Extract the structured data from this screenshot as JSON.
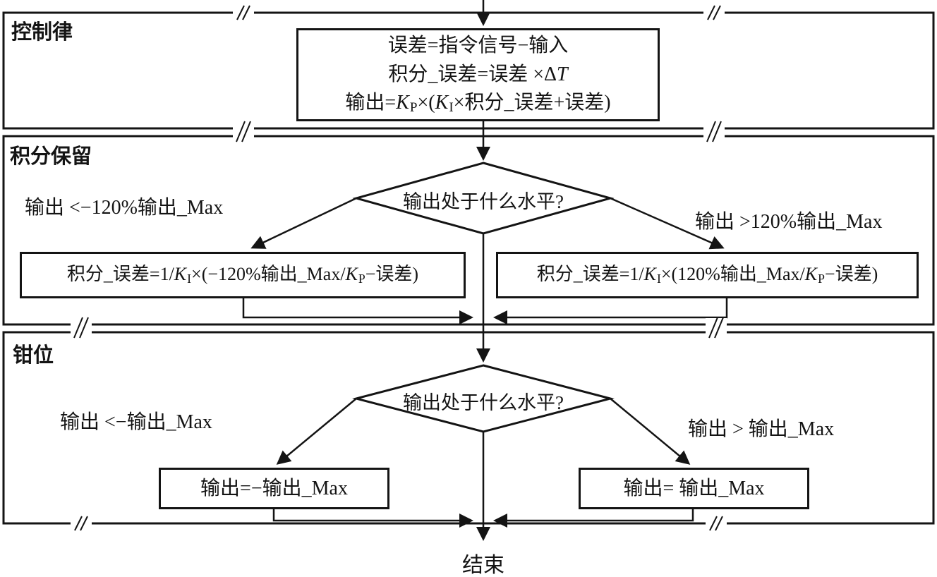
{
  "colors": {
    "ink": "#141414",
    "background": "#ffffff"
  },
  "sections": {
    "control_law": {
      "label": "控制律",
      "box_lines": {
        "line1": "误差=指令信号−输入",
        "line2": [
          {
            "t": "积分_误差=误差 ×Δ"
          },
          {
            "t": "T",
            "i": true
          }
        ],
        "line3": [
          {
            "t": "输出="
          },
          {
            "t": "K",
            "i": true
          },
          {
            "t": "P",
            "sub": true
          },
          {
            "t": "×("
          },
          {
            "t": "K",
            "i": true
          },
          {
            "t": "I",
            "sub": true
          },
          {
            "t": "×积分_误差+误差)"
          }
        ]
      }
    },
    "integral_hold": {
      "label": "积分保留",
      "decision": "输出处于什么水平?",
      "left_condition": "输出 <−120%输出_Max",
      "right_condition": "输出 >120%输出_Max",
      "left_action": [
        {
          "t": "积分_误差=1/"
        },
        {
          "t": "K",
          "i": true
        },
        {
          "t": "I",
          "sub": true
        },
        {
          "t": "×(−120%输出_Max/"
        },
        {
          "t": "K",
          "i": true
        },
        {
          "t": "P",
          "sub": true
        },
        {
          "t": "−误差)"
        }
      ],
      "right_action": [
        {
          "t": "积分_误差=1/"
        },
        {
          "t": "K",
          "i": true
        },
        {
          "t": "I",
          "sub": true
        },
        {
          "t": "×(120%输出_Max/"
        },
        {
          "t": "K",
          "i": true
        },
        {
          "t": "P",
          "sub": true
        },
        {
          "t": "−误差)"
        }
      ]
    },
    "clamp": {
      "label": "钳位",
      "decision": "输出处于什么水平?",
      "left_condition": "输出 <−输出_Max",
      "right_condition": "输出 > 输出_Max",
      "left_action": "输出=−输出_Max",
      "right_action": "输出= 输出_Max"
    }
  },
  "end_label": "结束"
}
